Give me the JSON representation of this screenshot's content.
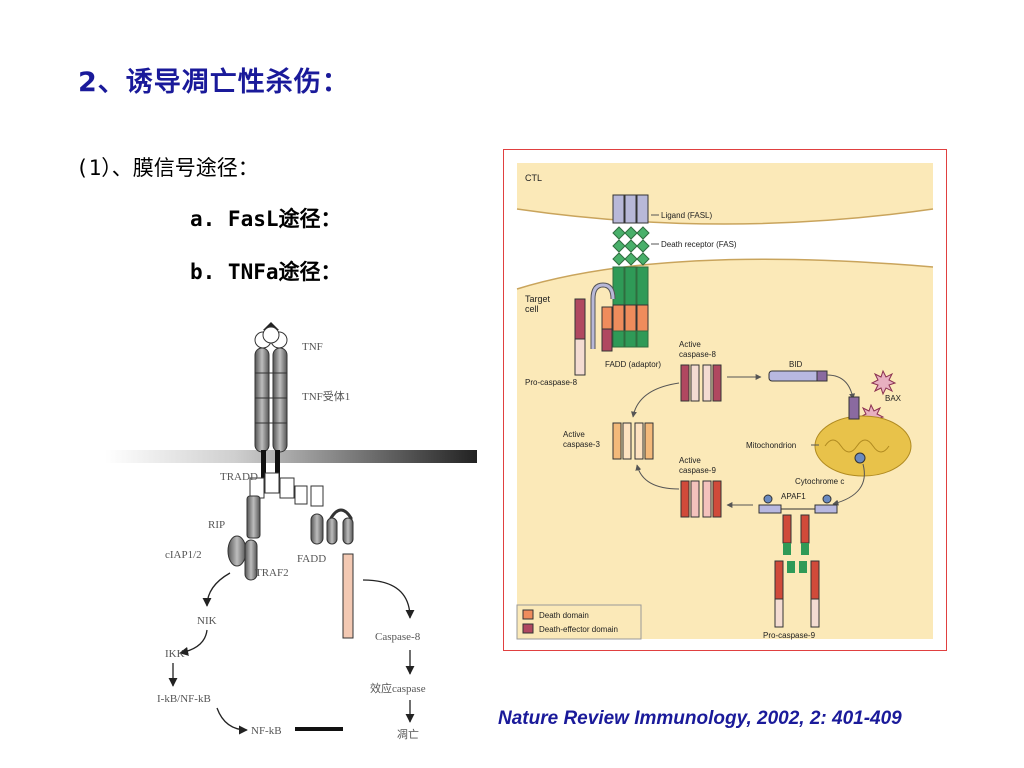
{
  "slide": {
    "title": "2、诱导凋亡性杀伤：",
    "item1": "(1）、膜信号途径：",
    "item_a": "a. FasL途径：",
    "item_b": "b. TNFa途径：",
    "citation": "Nature Review Immunology, 2002, 2: 401-409"
  },
  "tnf_diagram": {
    "tnf": "TNF",
    "receptor": "TNF受体1",
    "tradd": "TRADD",
    "rip": "RIP",
    "ciap": "cIAP1/2",
    "traf2": "TRAF2",
    "fadd": "FADD",
    "nik": "NIK",
    "ikk": "IKK",
    "ikb": "I-kB/NF-kB",
    "nfkb": "NF-kB",
    "caspase8": "Caspase-8",
    "effector": "效应caspase",
    "apoptosis": "凋亡"
  },
  "fas_diagram": {
    "ctl": "CTL",
    "ligand": "Ligand (FASL)",
    "death_receptor": "Death receptor (FAS)",
    "target_cell_1": "Target",
    "target_cell_2": "cell",
    "fadd": "FADD (adaptor)",
    "pro_caspase8": "Pro-caspase-8",
    "active_caspase8_1": "Active",
    "active_caspase8_2": "caspase-8",
    "bid": "BID",
    "bax": "BAX",
    "active_caspase3_1": "Active",
    "active_caspase3_2": "caspase-3",
    "mitochondrion": "Mitochondrion",
    "active_caspase9_1": "Active",
    "active_caspase9_2": "caspase-9",
    "cytochrome": "Cytochrome c",
    "apaf1": "APAF1",
    "pro_caspase9": "Pro-caspase-9",
    "legend_death": "Death domain",
    "legend_effector": "Death-effector domain"
  },
  "colors": {
    "title": "#1a1a9a",
    "cell_fill": "#fbe9b8",
    "receptor_green": "#2f9a57",
    "death_domain": "#ef8c5c",
    "effector_domain": "#b04860",
    "frame_red": "#e04040"
  }
}
